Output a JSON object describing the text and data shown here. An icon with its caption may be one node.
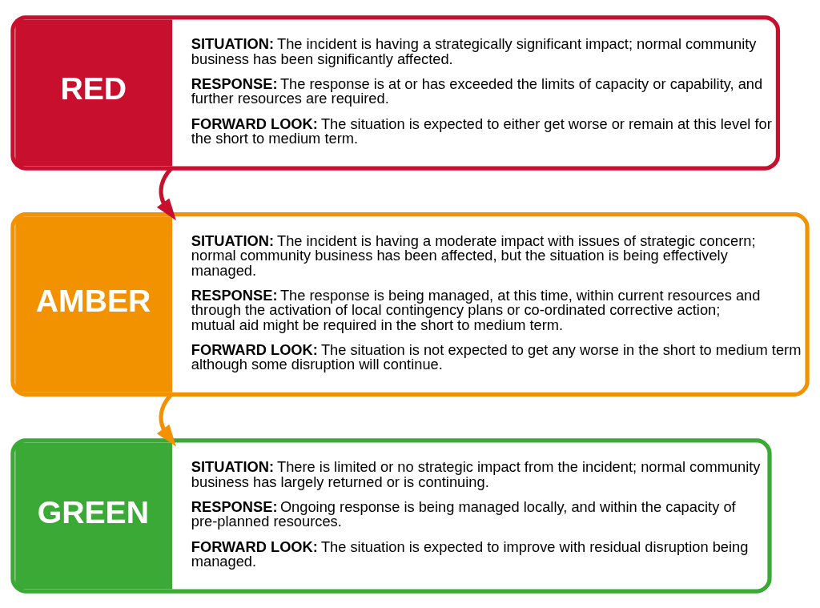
{
  "diagram": {
    "nodes": [
      {
        "text": [
          "RED",
          "**SITUATION:** The incident is having a strategically significant impact; normal community business has been significantly affected.",
          "**RESPONSE:** The response is at or has exceeded the limits of capacity or capability, and further resources are required.",
          "**FORWARD LOOK:** The situation is expected to either get worse or remain at this level for the short to medium term."
        ]
      },
      {
        "text": [
          "AMBER",
          "**SITUATION:** The incident is having a moderate impact with issues of strategic concern; normal community business has been affected, but the situation is being effectively managed.",
          "**RESPONSE:** The response is being managed, at this time, within current resources and through the activation of local contingency plans or co-ordinated corrective action; mutual aid might be required in the short to medium term.",
          "**FORWARD LOOK:** The situation is not expected to get any worse in the short to medium term although some disruption will continue."
        ]
      },
      {
        "text": [
          "GREEN",
          "**SITUATION:** There is limited or no strategic impact from the incident; normal community business has largely returned or is continuing.",
          "**RESPONSE:** Ongoing response is being managed locally, and within the capacity of pre-planned resources.",
          "**FORWARD LOOK:** The situation is expected to improve with residual disruption being managed."
        ]
      }
    ],
    "edges": [
      {
        "from": 0,
        "to": 1,
        "arrow": "to",
        "color": "#c8102e"
      },
      {
        "from": 1,
        "to": 2,
        "arrow": "to",
        "color": "#f39200"
      }
    ]
  }
}
